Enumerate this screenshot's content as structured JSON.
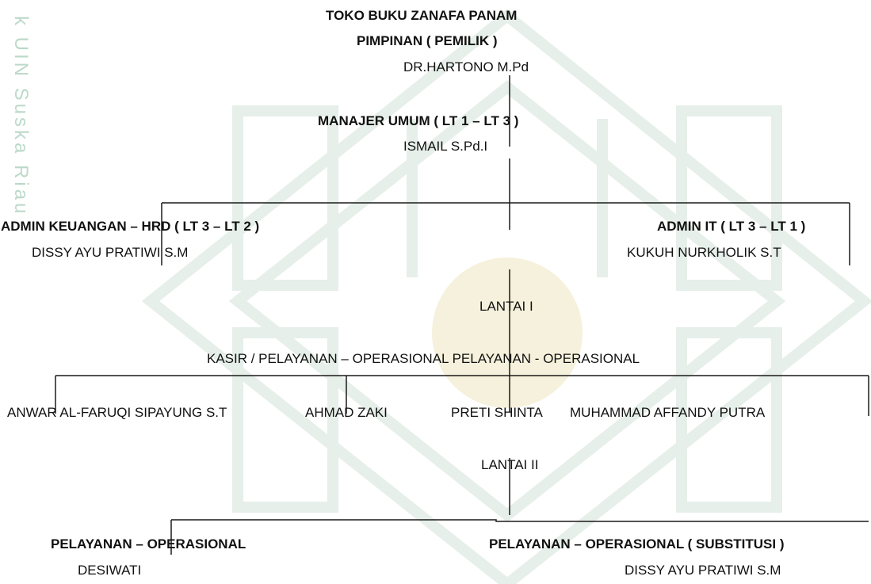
{
  "watermark": "k UIN Suska Riau",
  "top": {
    "store_name": "TOKO BUKU ZANAFA PANAM",
    "leader_title": "PIMPINAN ( PEMILIK )",
    "leader_name": "DR.HARTONO M.Pd"
  },
  "manager": {
    "title": "MANAJER UMUM ( LT 1 – LT 3 )",
    "name": "ISMAIL S.Pd.I"
  },
  "admin_finance": {
    "title": "ADMIN KEUANGAN – HRD ( LT 3 – LT 2 )",
    "name": "DISSY AYU PRATIWI S.M"
  },
  "admin_it": {
    "title": "ADMIN IT ( LT 3 – LT 1 )",
    "name": "KUKUH NURKHOLIK S.T"
  },
  "floor1": {
    "label": "LANTAI I",
    "roles_caption": "KASIR / PELAYANAN – OPERASIONAL  PELAYANAN - OPERASIONAL",
    "staff": [
      "ANWAR AL-FARUQI SIPAYUNG S.T",
      "AHMAD ZAKI",
      "PRETI SHINTA",
      "MUHAMMAD  AFFANDY PUTRA"
    ]
  },
  "floor2": {
    "label": "LANTAI II",
    "left_role": "PELAYANAN – OPERASIONAL",
    "left_name": "DESIWATI",
    "right_role": "PELAYANAN – OPERASIONAL ( SUBSTITUSI )",
    "right_name": "DISSY AYU PRATIWI S.M"
  },
  "colors": {
    "line": "#1a1a1a",
    "text": "#111111",
    "watermark": "#bcd9ca",
    "pattern": "#e6efe9"
  }
}
